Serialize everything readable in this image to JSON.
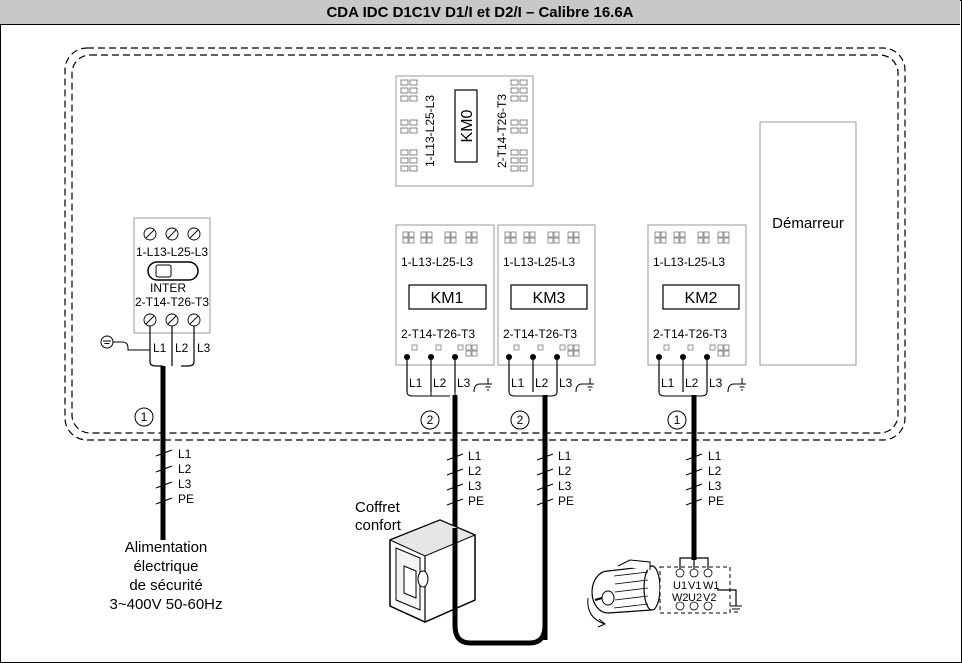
{
  "title": "CDA IDC D1C1V D1/I et D2/I – Calibre 16.6A",
  "inter": {
    "top_label": "1-L13-L25-L3",
    "name": "INTER",
    "bottom_label": "2-T14-T26-T3",
    "terminals": [
      "L1",
      "L2",
      "L3"
    ]
  },
  "km0": {
    "name": "KM0",
    "left_label": "1-L13-L25-L3",
    "right_label": "2-T14-T26-T3"
  },
  "km1": {
    "name": "KM1",
    "top_label": "1-L13-L25-L3",
    "bottom_label": "2-T14-T26-T3",
    "terminals": [
      "L1",
      "L2",
      "L3"
    ]
  },
  "km3": {
    "name": "KM3",
    "top_label": "1-L13-L25-L3",
    "bottom_label": "2-T14-T26-T3",
    "terminals": [
      "L1",
      "L2",
      "L3"
    ]
  },
  "km2": {
    "name": "KM2",
    "top_label": "1-L13-L25-L3",
    "bottom_label": "2-T14-T26-T3",
    "terminals": [
      "L1",
      "L2",
      "L3"
    ]
  },
  "demarreur": "Démarreur",
  "cable_markers": [
    "1",
    "2",
    "2",
    "1"
  ],
  "cable_wires": [
    "L1",
    "L2",
    "L3",
    "PE"
  ],
  "coffret": [
    "Coffret",
    "confort"
  ],
  "alimentation": [
    "Alimentation",
    "électrique",
    "de sécurité",
    "3~400V 50-60Hz"
  ],
  "motor_terminals": {
    "top": [
      "U1",
      "V1",
      "W1"
    ],
    "bottom": [
      "W2",
      "U2",
      "V2"
    ]
  }
}
